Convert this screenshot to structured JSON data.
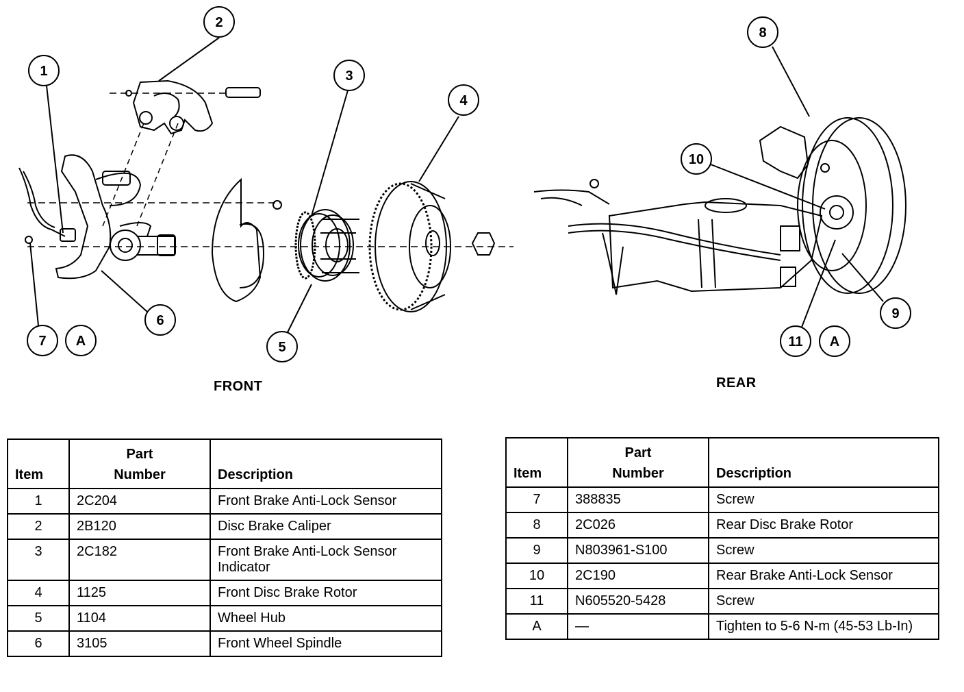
{
  "labels": {
    "front": "FRONT",
    "rear": "REAR"
  },
  "callouts": [
    "1",
    "2",
    "3",
    "4",
    "5",
    "6",
    "7",
    "A",
    "8",
    "9",
    "10",
    "11",
    "A"
  ],
  "tables": {
    "headers": {
      "item": "Item",
      "part_line1": "Part",
      "part_line2": "Number",
      "description": "Description"
    },
    "front": [
      {
        "item": "1",
        "part": "2C204",
        "desc": "Front Brake Anti-Lock Sensor"
      },
      {
        "item": "2",
        "part": "2B120",
        "desc": "Disc Brake Caliper"
      },
      {
        "item": "3",
        "part": "2C182",
        "desc": "Front Brake Anti-Lock Sensor Indicator"
      },
      {
        "item": "4",
        "part": "1125",
        "desc": "Front Disc Brake Rotor"
      },
      {
        "item": "5",
        "part": "1104",
        "desc": "Wheel Hub"
      },
      {
        "item": "6",
        "part": "3105",
        "desc": "Front Wheel Spindle"
      }
    ],
    "rear": [
      {
        "item": "7",
        "part": "388835",
        "desc": "Screw"
      },
      {
        "item": "8",
        "part": "2C026",
        "desc": "Rear Disc Brake Rotor"
      },
      {
        "item": "9",
        "part": "N803961-S100",
        "desc": "Screw"
      },
      {
        "item": "10",
        "part": "2C190",
        "desc": "Rear Brake Anti-Lock Sensor"
      },
      {
        "item": "11",
        "part": "N605520-5428",
        "desc": "Screw"
      },
      {
        "item": "A",
        "part": "—",
        "desc": "Tighten to 5-6 N-m (45-53 Lb-In)"
      }
    ]
  }
}
